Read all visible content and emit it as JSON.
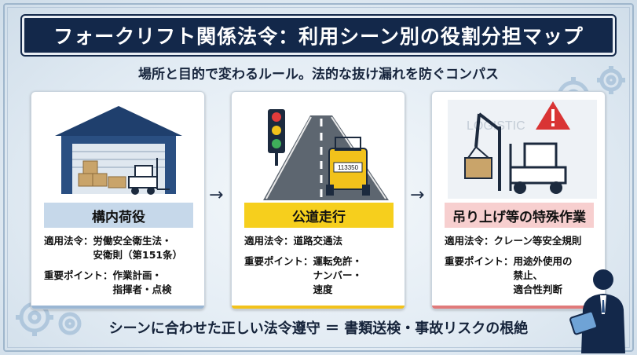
{
  "title": "フォークリフト関係法令：利用シーン別の役割分担マップ",
  "subtitle": "場所と目的で変わるルール。法的な抜け漏れを防ぐコンパス",
  "cards": [
    {
      "label": "構内荷役",
      "law_key": "適用法令：",
      "law_value": "労働安全衛生法・\n安衛則（第151条）",
      "point_key": "重要ポイント：",
      "point_value": "作業計画・\n指揮者・点検"
    },
    {
      "label": "公道走行",
      "plate": "113350",
      "law_key": "適用法令：",
      "law_value": "道路交通法",
      "point_key": "重要ポイント：",
      "point_value": "運転免許・\nナンバー・\n速度"
    },
    {
      "label": "吊り上げ等の特殊作業",
      "bg_sign": "LOGISTIC",
      "law_key": "適用法令：",
      "law_value": "クレーン等安全規則",
      "point_key": "重要ポイント：",
      "point_value": "用途外使用の\n禁止、\n適合性判断"
    }
  ],
  "arrows": [
    "→",
    "→"
  ],
  "bottom_text": "シーンに合わせた正しい法令遵守 ＝ 書類送検・事故リスクの根絶",
  "colors": {
    "navy": "#13284a",
    "blue_label": "#c6d8ea",
    "yellow_label": "#f6cf1d",
    "red_label": "#f7cfcf"
  }
}
